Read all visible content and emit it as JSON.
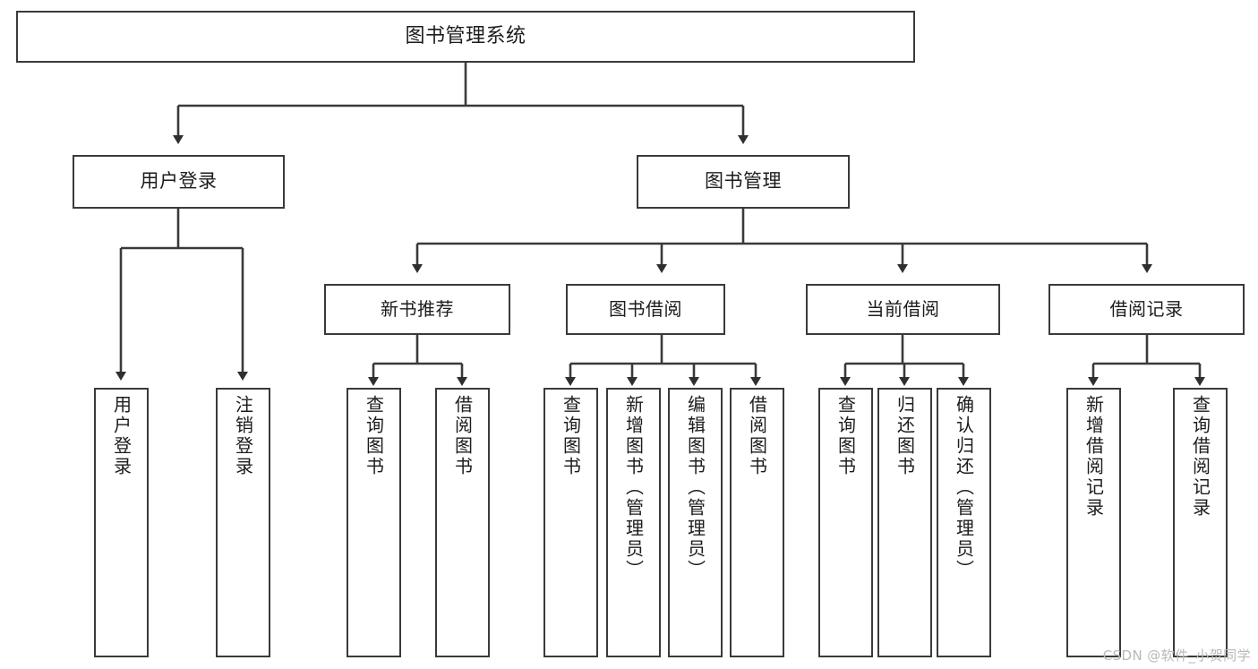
{
  "diagram": {
    "title": "图书管理系统",
    "type": "hierarchy-tree",
    "root": {
      "id": "root",
      "label": "图书管理系统"
    },
    "level1": [
      {
        "id": "user-login",
        "label": "用户登录"
      },
      {
        "id": "book-management",
        "label": "图书管理"
      }
    ],
    "level2": [
      {
        "id": "new-book-recommend",
        "label": "新书推荐",
        "parent": "book-management"
      },
      {
        "id": "book-borrow",
        "label": "图书借阅",
        "parent": "book-management"
      },
      {
        "id": "current-borrow",
        "label": "当前借阅",
        "parent": "book-management"
      },
      {
        "id": "borrow-record",
        "label": "借阅记录",
        "parent": "book-management"
      }
    ],
    "leaves": {
      "user-login": [
        {
          "id": "leaf-user-login",
          "label": "用户登录"
        },
        {
          "id": "leaf-user-logout",
          "label": "注销登录"
        }
      ],
      "new-book-recommend": [
        {
          "id": "leaf-query-book-1",
          "label": "查询图书"
        },
        {
          "id": "leaf-borrow-book-1",
          "label": "借阅图书"
        }
      ],
      "book-borrow": [
        {
          "id": "leaf-query-book-2",
          "label": "查询图书"
        },
        {
          "id": "leaf-add-book",
          "label": "新增图书（管理员）"
        },
        {
          "id": "leaf-edit-book",
          "label": "编辑图书（管理员）"
        },
        {
          "id": "leaf-borrow-book-2",
          "label": "借阅图书"
        }
      ],
      "current-borrow": [
        {
          "id": "leaf-query-book-3",
          "label": "查询图书"
        },
        {
          "id": "leaf-return-book",
          "label": "归还图书"
        },
        {
          "id": "leaf-confirm-return",
          "label": "确认归还（管理员）"
        }
      ],
      "borrow-record": [
        {
          "id": "leaf-add-record",
          "label": "新增借阅记录"
        },
        {
          "id": "leaf-query-record",
          "label": "查询借阅记录"
        }
      ]
    },
    "colors": {
      "stroke": "#3a3a3a",
      "fill": "#ffffff",
      "text": "#1c1c1c",
      "watermark": "#b9b9b9"
    }
  },
  "watermark": {
    "text": "CSDN @软件_小贺同学"
  }
}
